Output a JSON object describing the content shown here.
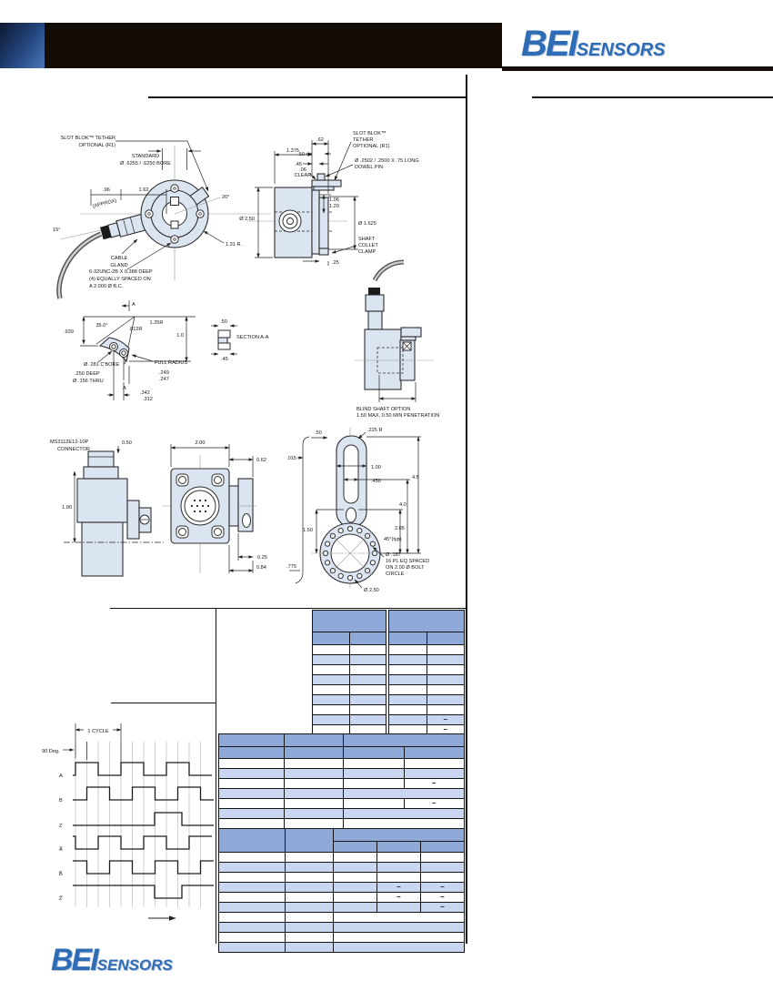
{
  "header": {
    "brand": "BEI",
    "brand_suffix": "SENSORS"
  },
  "footer": {
    "brand": "BEI",
    "brand_suffix": "SENSORS"
  },
  "colors": {
    "accent_blue": "#2e6cb5",
    "table_header": "#8fa9d9",
    "table_alt_row": "#c8d7ef",
    "drawing_fill": "#dbe5f2"
  },
  "drawings": {
    "front": {
      "tether1": "SLOT BLOK™ TETHER",
      "tether2": "OPTIONAL (R1)",
      "standard": "STANDARD",
      "bore": "Ø .6255 / .6250 BORE",
      "dim96": ".96",
      "approx": "(APPROX)",
      "dim162": "1.62",
      "angle15": "15°",
      "angle20": "20°",
      "radius": "1.31 R.",
      "cable1": "CABLE",
      "cable2": "GLAND",
      "screws1": "6-32UNC-2B X 0.388 DEEP",
      "screws2": "(4) EQUALLY SPACED ON",
      "screws3": "A 2.000 Ø B.C."
    },
    "side": {
      "dim1375": "1.375",
      "dim62": ".62",
      "dim50": ".50",
      "dim45": ".45",
      "dim06": ".06",
      "clear": "CLEAR",
      "tether1": "SLOT BLOK™",
      "tether2": "TETHER",
      "tether3": "OPTIONAL (R1)",
      "dowel1": "Ø .2502 / .2500 X .75 LONG",
      "dowel2": "DOWEL PIN",
      "dia250": "Ø 2.50",
      "dim106": "1.06",
      "dim120": "1.20",
      "dia1625": "Ø 1.625",
      "collet1": "SHAFT",
      "collet2": "COLLET",
      "collet3": "CLAMP",
      "dim25": ".25"
    },
    "tether_detail": {
      "a_top": "A",
      "a_bottom": "A",
      "angle35": "35.0°",
      "r812": ".812R",
      "r125": "1.25R",
      "dim10": "1.0",
      "dim939": ".939",
      "cbore": "Ø .281 C'BORE",
      "deep": ".250 DEEP",
      "thru": "Ø .156 THRU",
      "full_radius": "FULL RADIUS",
      "dim249": ".249",
      "dim247": ".247",
      "dim342": ".342",
      "dim312": ".312",
      "dim50": ".50",
      "dim45": ".45",
      "section": "SECTION A-A"
    },
    "blind_shaft": {
      "line1": "BLIND SHAFT OPTION",
      "line2": "1.50 MAX, 0.50 MIN PENETRATION"
    },
    "connector": {
      "label1": "MS3112E12-10P",
      "label2": "CONNECTOR",
      "dim050": "0.50",
      "dim190": "1.90"
    },
    "flange": {
      "dim200": "2.00",
      "dim062": "0.62",
      "dim025": "0.25",
      "dim084": "0.84"
    },
    "bracket": {
      "r225": ".225 R",
      "dim50": ".50",
      "dim015": ".015",
      "dim100": "1.00",
      "dim450": ".450",
      "dim45": "4.5",
      "dim40": "4.0",
      "dim205": "2.05",
      "angle45": "45°(typ)",
      "dim150": "1.50",
      "holes1": "Ø .187",
      "holes2": "16 PL EQ SPACED",
      "holes3": "ON 2.00 Ø BOLT",
      "holes4": "CIRCLE",
      "dia250": "Ø 2.50",
      "dim775": ".775"
    }
  },
  "waveform": {
    "cycle": "1 CYCLE",
    "deg": "90 Deg.",
    "channels": [
      "A",
      "B",
      "Z",
      "A̅",
      "B̅",
      "Z̅"
    ]
  },
  "tables": {
    "dash": "–"
  }
}
